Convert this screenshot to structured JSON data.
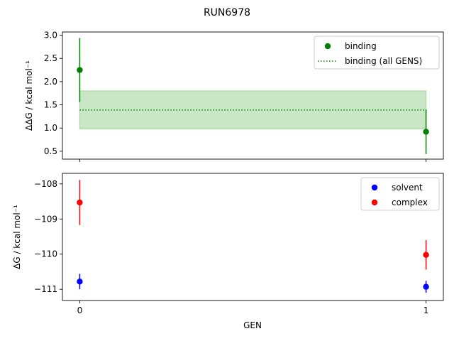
{
  "title": "RUN6978",
  "x_label": "GEN",
  "x_tick_labels": [
    "0",
    "1"
  ],
  "chart_data": [
    {
      "type": "scatter",
      "panel": "top",
      "ylabel": "ΔΔG / kcal mol⁻¹",
      "x": [
        0,
        1
      ],
      "xlim": [
        -0.05,
        1.05
      ],
      "ylim": [
        0.33,
        3.07
      ],
      "y_ticks": [
        0.5,
        1.0,
        1.5,
        2.0,
        2.5,
        3.0
      ],
      "y_tick_labels": [
        "0.5",
        "1.0",
        "1.5",
        "2.0",
        "2.5",
        "3.0"
      ],
      "legend_position": "top-right",
      "series": [
        {
          "name": "binding",
          "kind": "errorbar",
          "color": "#008000",
          "values": [
            2.25,
            0.92
          ],
          "errors": [
            0.69,
            0.48
          ]
        },
        {
          "name": "binding (all GENS)",
          "kind": "hline-band",
          "color": "#008000",
          "band_color": "#c9e6c5",
          "value": 1.39,
          "band": [
            0.98,
            1.8
          ]
        }
      ]
    },
    {
      "type": "scatter",
      "panel": "bottom",
      "ylabel": "ΔG / kcal mol⁻¹",
      "x": [
        0,
        1
      ],
      "xlim": [
        -0.05,
        1.05
      ],
      "ylim": [
        -111.32,
        -107.7
      ],
      "y_ticks": [
        -108,
        -109,
        -110,
        -111
      ],
      "y_tick_labels": [
        "−108",
        "−109",
        "−110",
        "−111"
      ],
      "legend_position": "top-right",
      "series": [
        {
          "name": "solvent",
          "kind": "errorbar",
          "color": "#0000ff",
          "values": [
            -110.78,
            -110.93
          ],
          "errors": [
            0.22,
            0.17
          ]
        },
        {
          "name": "complex",
          "kind": "errorbar",
          "color": "#ff0000",
          "values": [
            -108.53,
            -110.02
          ],
          "errors": [
            0.64,
            0.42
          ]
        }
      ]
    }
  ]
}
